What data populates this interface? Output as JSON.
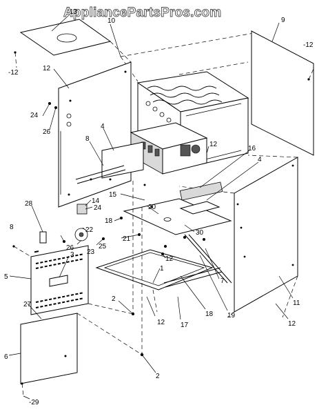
{
  "watermark": "AppliancePartsPros.com",
  "callouts": {
    "c13": "13",
    "c10": "10",
    "c9": "9",
    "c12a": "12",
    "c12b": "-12",
    "c12c": "-12",
    "c24a": "24",
    "c26a": "26",
    "c4a": "4",
    "c8a": "8",
    "c12d": "12",
    "c16": "16",
    "c4b": "4",
    "c28": "28",
    "c14": "14",
    "c24b": "24",
    "c15": "15",
    "c20": "20",
    "c8b": "8",
    "c22": "22",
    "c18a": "18",
    "c30": "30",
    "c26b": "26",
    "c23": "23",
    "c25": "25",
    "c21": "21",
    "c3": "3",
    "c5": "5",
    "c12e": "12",
    "c1": "1",
    "c7": "7",
    "c2a": "2",
    "c27": "27",
    "c12f": "12",
    "c17": "17",
    "c18b": "18",
    "c19": "19",
    "c11": "11",
    "c12g": "12",
    "c6": "6",
    "c2b": "2",
    "c29": "-29"
  }
}
